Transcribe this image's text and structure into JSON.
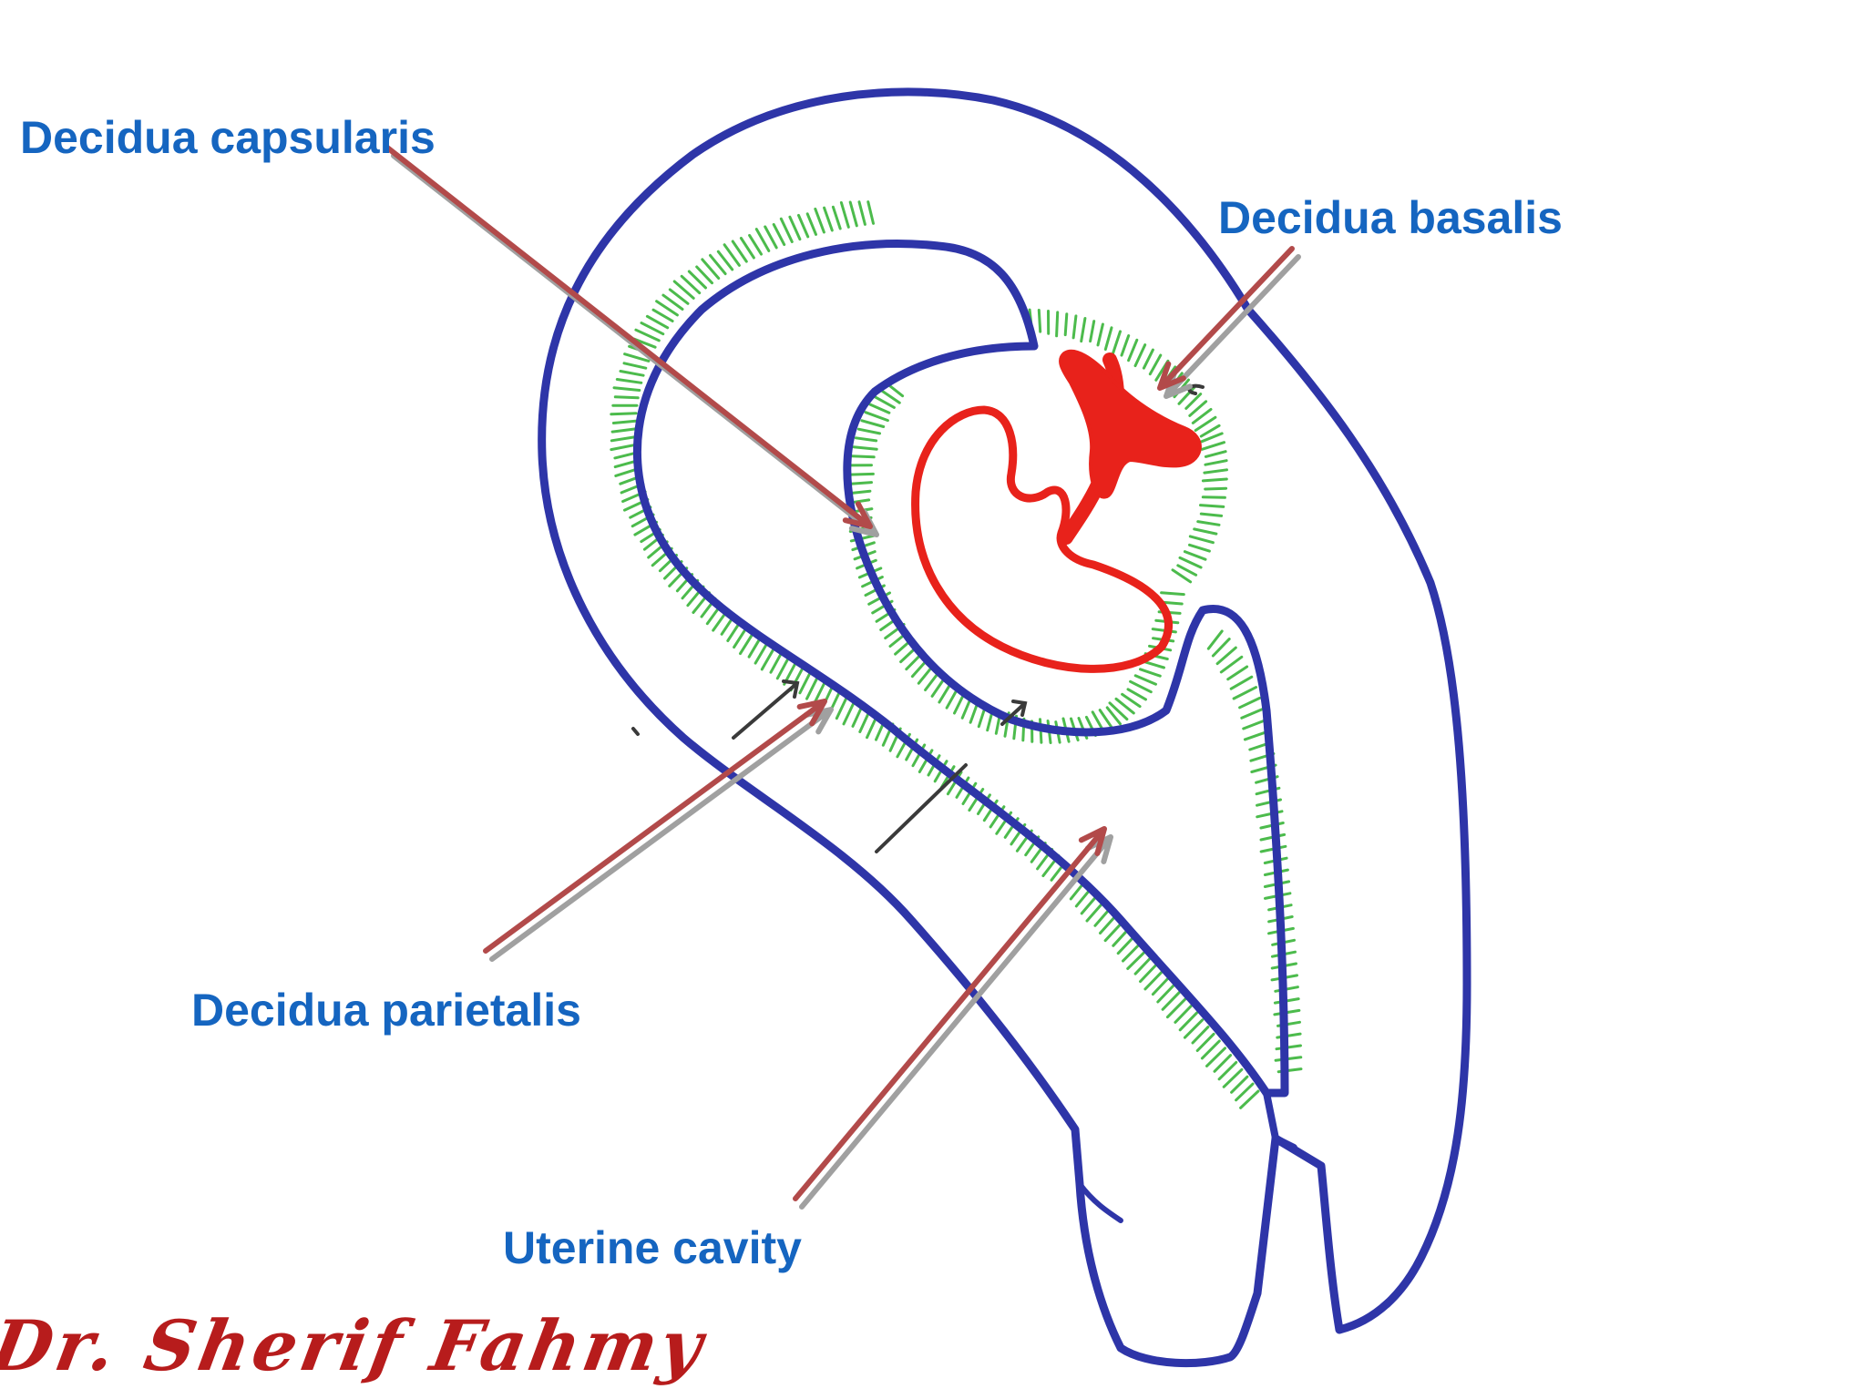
{
  "labels": {
    "decidua_capsularis": "Decidua capsularis",
    "decidua_basalis": "Decidua basalis",
    "decidua_parietalis": "Decidua parietalis",
    "uterine_cavity": "Uterine cavity"
  },
  "signature": "Dr. Sherif Fahmy",
  "colors": {
    "background": "#ffffff",
    "uterus_outline": "#2e35a8",
    "decidua_hatching": "#4cbb4c",
    "embryo": "#e8221b",
    "pointer_arrow": "#b24a4a",
    "pointer_shadow": "#a0a0a0",
    "label_text": "#1565c0",
    "signature": "#b71c1c"
  }
}
